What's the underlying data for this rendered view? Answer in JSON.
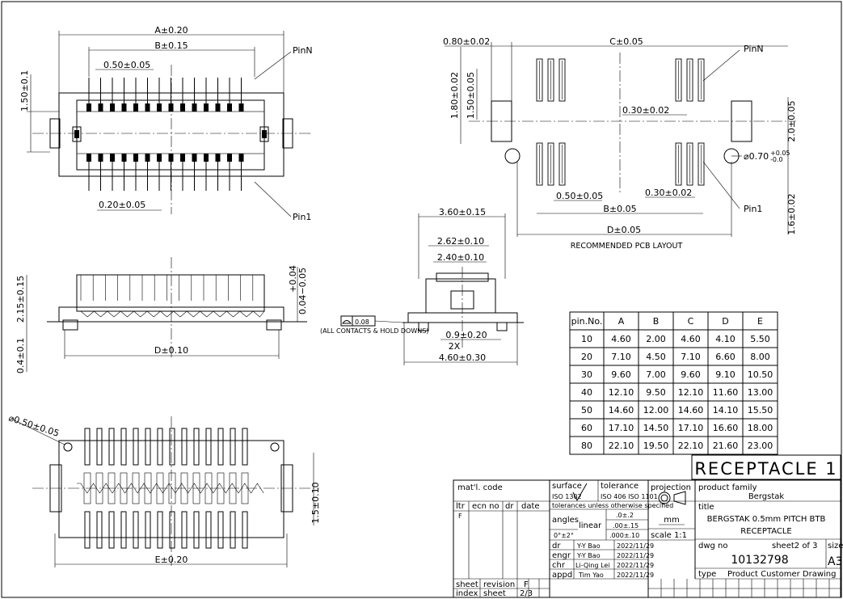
{
  "top_view": {
    "dims": [
      "A±0.20",
      "B±0.15",
      "0.50±0.05",
      "1.50±0.1",
      "0.20±0.05"
    ],
    "pin_n": "PinN",
    "pin_1": "Pin1"
  },
  "pcb_layout": {
    "dims": [
      "0.80±0.02",
      "C±0.05",
      "1.80±0.02",
      "1.50±0.05",
      "0.30±0.02",
      "2.0±0.05",
      "0.50±0.05",
      "0.30±0.02",
      "B±0.05",
      "D±0.05",
      "1.6±0.02"
    ],
    "hole_dim": "⌀0.70",
    "hole_tol_upper": "+0.05",
    "hole_tol_lower": "-0.0",
    "pin_n": "PinN",
    "pin_1": "Pin1",
    "caption": "RECOMMENDED PCB LAYOUT"
  },
  "side_view": {
    "dims": [
      "2.15±0.15",
      "0.4±0.1",
      "D±0.10"
    ],
    "tol_upper": "+0.04",
    "tol_lower": "0.04−0.05"
  },
  "end_view": {
    "dims": [
      "3.60±0.15",
      "2.62±0.10",
      "2.40±0.10",
      "0.9±0.20",
      "2X",
      "4.60±0.30"
    ],
    "flatness_value": "0.08",
    "flatness_note": "(ALL CONTACTS & HOLD DOWNS)"
  },
  "bottom_view": {
    "dims": [
      "⌀0.50±0.05",
      "1.5±0.10",
      "E±0.20"
    ]
  },
  "pin_table": {
    "headers": [
      "pin.No.",
      "A",
      "B",
      "C",
      "D",
      "E"
    ],
    "rows": [
      [
        "10",
        "4.60",
        "2.00",
        "4.60",
        "4.10",
        "5.50"
      ],
      [
        "20",
        "7.10",
        "4.50",
        "7.10",
        "6.60",
        "8.00"
      ],
      [
        "30",
        "9.60",
        "7.00",
        "9.60",
        "9.10",
        "10.50"
      ],
      [
        "40",
        "12.10",
        "9.50",
        "12.10",
        "11.60",
        "13.00"
      ],
      [
        "50",
        "14.60",
        "12.00",
        "14.60",
        "14.10",
        "15.50"
      ],
      [
        "60",
        "17.10",
        "14.50",
        "17.10",
        "16.60",
        "18.00"
      ],
      [
        "80",
        "22.10",
        "19.50",
        "22.10",
        "21.60",
        "23.00"
      ]
    ]
  },
  "title_block": {
    "part_name": "RECEPTACLE 1",
    "matl_code": "mat'l. code",
    "surface": "surface",
    "surface_std": "ISO 1302",
    "tolerance": "tolerance",
    "tolerance_std": "ISO 406  ISO 1101",
    "tol_note": "tolerances unless otherwise specified",
    "projection": "projection",
    "angles": "angles",
    "angle_tol": "0°±2°",
    "linear": "linear",
    "lin_tols": [
      ".0±.2",
      ".00±.15",
      ".000±.10"
    ],
    "unit": "mm",
    "scale": "scale 1:1",
    "rev_headers": [
      "ltr",
      "ecn no",
      "dr",
      "date"
    ],
    "rev_ltr": "F",
    "people": [
      {
        "role": "dr",
        "name": "Y-Y Bao",
        "date": "2022/11/29"
      },
      {
        "role": "engr",
        "name": "Y-Y Bao",
        "date": "2022/11/29"
      },
      {
        "role": "chr",
        "name": "Li-Qing Lei",
        "date": "2022/11/29"
      },
      {
        "role": "appd",
        "name": "Tim Yao",
        "date": "2022/11/29"
      }
    ],
    "product_family_label": "product family",
    "product_family": "Bergstak",
    "title_label": "title",
    "title_line1": "BERGSTAK 0.5mm PITCH BTB",
    "title_line2": "RECEPTACLE",
    "dwg_no_label": "dwg no",
    "sheet_of": "sheet2 of 3",
    "size_label": "size",
    "dwg_no": "10132798",
    "size": "A3",
    "type_label": "type",
    "type_value": "Product Customer Drawing",
    "sheet_label": "sheet",
    "revision_label": "revision",
    "revision": "F",
    "index_label": "index",
    "sheet_label2": "sheet",
    "sheet_value": "2/3"
  }
}
